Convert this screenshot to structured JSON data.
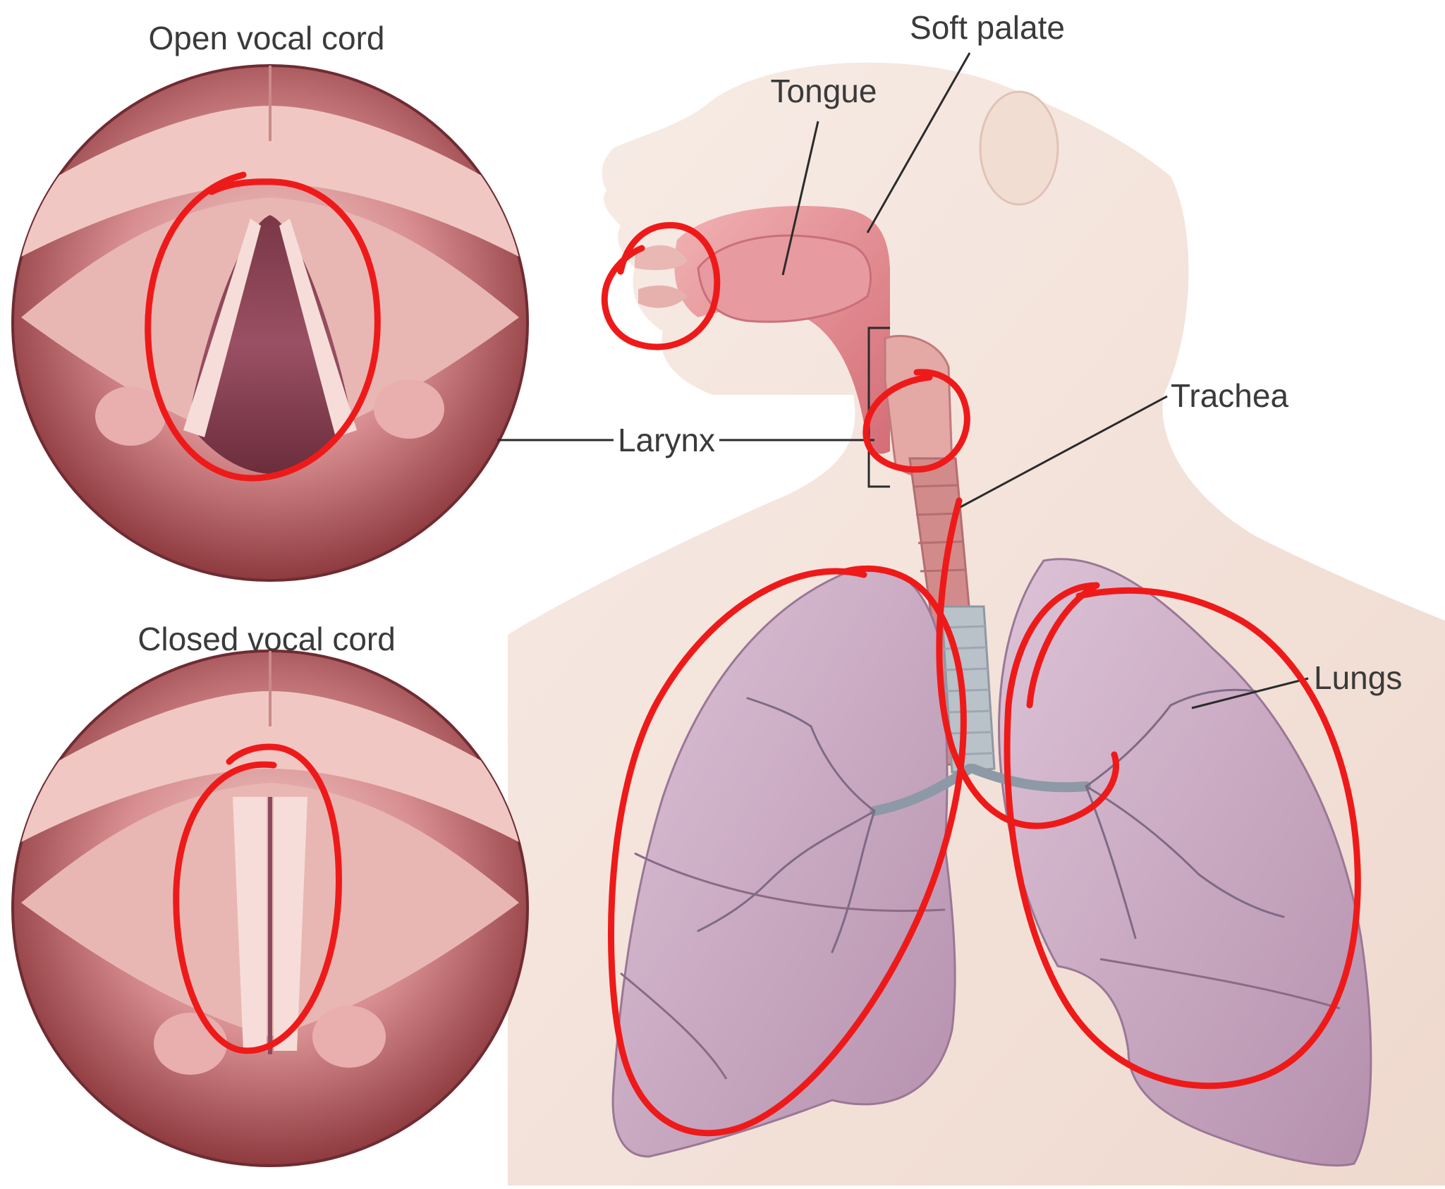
{
  "panels": {
    "open_title": "Open vocal cord",
    "closed_title": "Closed vocal cord"
  },
  "labels": {
    "soft_palate": "Soft palate",
    "tongue": "Tongue",
    "trachea": "Trachea",
    "larynx": "Larynx",
    "lungs": "Lungs"
  },
  "colors": {
    "annotation_red": "#ee1a1a",
    "tissue_dark": "#8e3a3f",
    "tissue_mid": "#c46a6f",
    "tissue_light": "#f1c9c6",
    "lung": "#c9a6c1",
    "skin": "#f4e6de",
    "leader": "#2b2b2b"
  }
}
